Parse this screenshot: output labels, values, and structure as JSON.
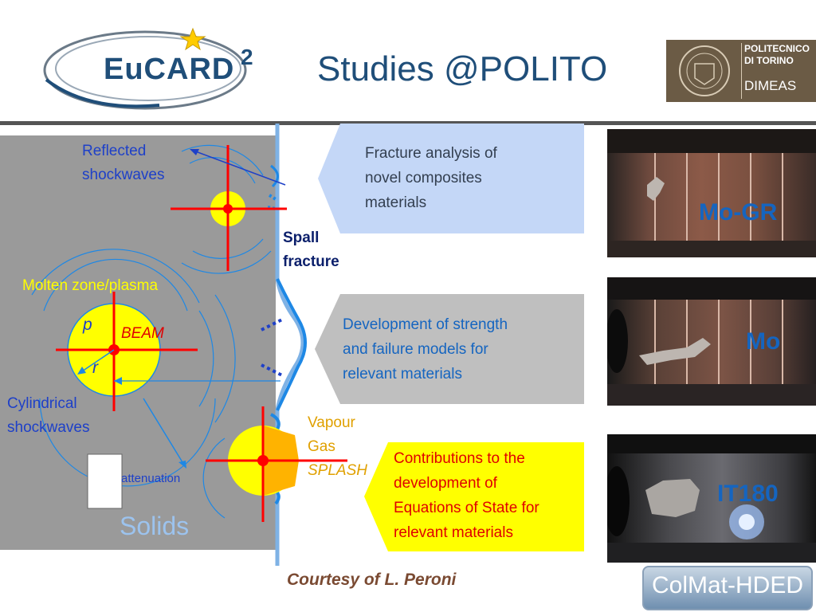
{
  "header": {
    "logo_text": "EuCARD",
    "logo_superscript": "2",
    "title": "Studies @POLITO",
    "polito_line1": "POLITECNICO",
    "polito_line2": "DI TORINO",
    "polito_dept": "DIMEAS"
  },
  "diagram": {
    "reflected_shockwaves_1": "Reflected",
    "reflected_shockwaves_2": "shockwaves",
    "spall_fracture_1": "Spall",
    "spall_fracture_2": "fracture",
    "molten_zone": "Molten zone/plasma",
    "p_label": "p",
    "r_label": "r",
    "beam_label": "BEAM",
    "cylindrical_1": "Cylindrical",
    "cylindrical_2": "shockwaves",
    "attenuation": "attenuation",
    "solids": "Solids",
    "vapour": "Vapour",
    "gas": "Gas",
    "splash": "SPLASH"
  },
  "callouts": [
    {
      "text_lines": [
        "Fracture analysis of",
        "novel composites",
        "materials"
      ],
      "fill": "#c4d7f7",
      "color": "#333f50"
    },
    {
      "text_lines": [
        "Development of strength",
        "and failure models for",
        "relevant materials"
      ],
      "fill": "#bfbfbf",
      "color": "#1565c0"
    },
    {
      "text_lines": [
        "Contributions to the",
        "development of",
        "Equations of State for",
        "relevant materials"
      ],
      "fill": "#ffff00",
      "color": "#e00000"
    }
  ],
  "photos": [
    {
      "label": "Mo-GR"
    },
    {
      "label": "Mo"
    },
    {
      "label": "IT180"
    }
  ],
  "footer": {
    "courtesy": "Courtesy of L. Peroni",
    "colmat": "ColMat-HDED"
  },
  "colors": {
    "title": "#1f4e79",
    "blue_lines": "#1e88e5",
    "red_lines": "#ff0000",
    "yellow": "#ffff00",
    "orange": "#ffb300"
  }
}
